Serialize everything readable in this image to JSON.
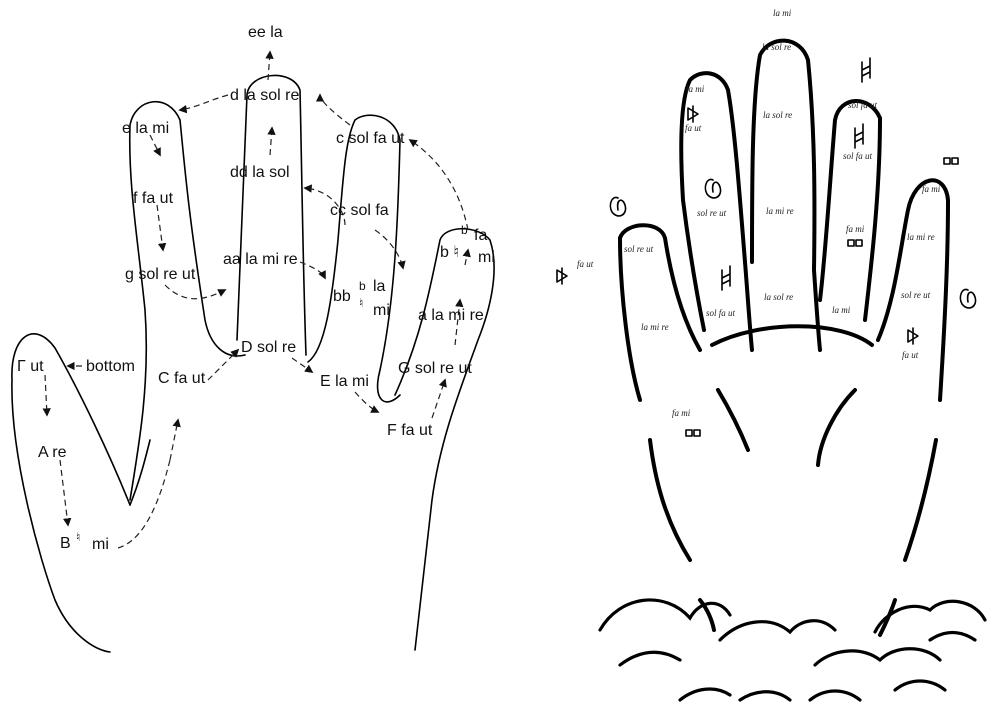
{
  "left_hand": {
    "labels": {
      "ee": "ee la",
      "d": "d la sol re",
      "e": "e la mi",
      "c": "c sol fa ut",
      "dd": "dd la sol",
      "f": "f fa ut",
      "cc": "cc sol fa",
      "b_flat_a": "b",
      "b_flat_b": "fa",
      "b_nat": "b ♮",
      "b_mi": "mi",
      "aa": "aa la mi re",
      "g": "g sol re ut",
      "bb": "bb",
      "bb_b": "b",
      "bb_la": "la",
      "bb_nat": "♮",
      "bb_mi": "mi",
      "a": "a la mi re",
      "gamma": "Γ ut",
      "bottom": "bottom",
      "D": "D sol re",
      "C": "C fa ut",
      "E": "E la mi",
      "G": "G sol re ut",
      "F": "F fa ut",
      "A": "A re",
      "B": "B",
      "B_nat": "♮",
      "B_mi": "mi"
    }
  },
  "right_hand": {
    "labels": {
      "top": "la mi",
      "middle_1": "la sol re",
      "middle_2": "la sol re",
      "middle_3": "la mi re",
      "middle_4": "la sol re",
      "index_1": "la mi",
      "index_2": "fa ut",
      "index_3": "sol re ut",
      "index_4": "sol fa ut",
      "ring_1": "sol fa ut",
      "ring_2": "sol fa ut",
      "ring_3": "fa mi",
      "ring_4": "la mi",
      "little_1": "fa mi",
      "little_2": "la mi re",
      "little_3": "sol re ut",
      "little_4": "fa ut",
      "thumb_1": "sol re ut",
      "thumb_2": "la mi re",
      "thumb_3": "fa mi",
      "left_far": "fa ut"
    }
  }
}
